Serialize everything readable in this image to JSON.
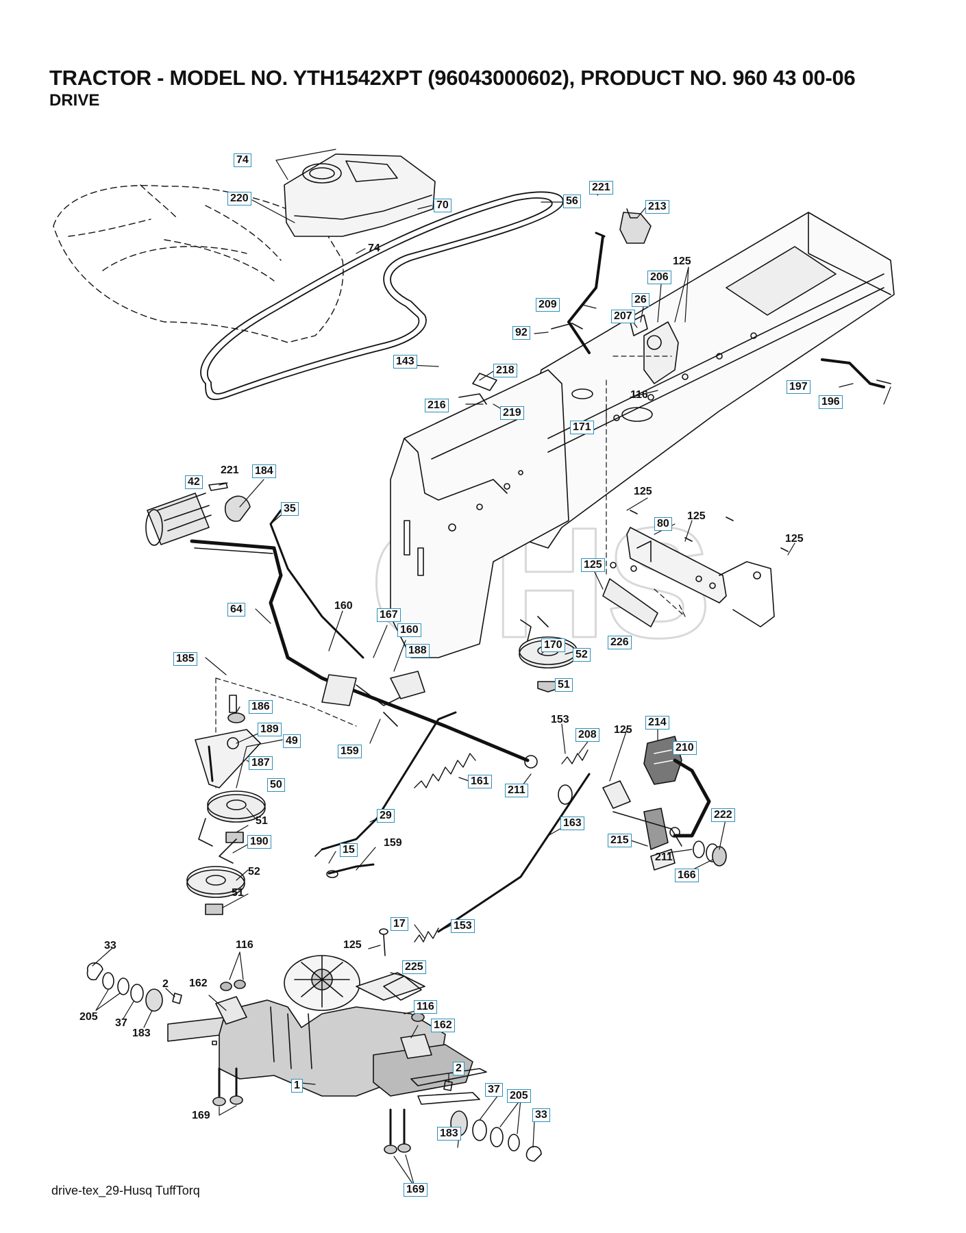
{
  "header": {
    "title": "TRACTOR - MODEL NO. YTH1542XPT (96043000602), PRODUCT NO. 960 43 00-06",
    "subtitle": "DRIVE"
  },
  "footer": {
    "caption": "drive-tex_29-Husq TuffTorq"
  },
  "watermark": {
    "text": "GHS"
  },
  "colors": {
    "callout_box": "#2a8fb8",
    "line": "#111111"
  },
  "callouts": [
    {
      "id": "c74a",
      "text": "74",
      "boxed": true
    },
    {
      "id": "c220",
      "text": "220",
      "boxed": true
    },
    {
      "id": "c70",
      "text": "70",
      "boxed": true
    },
    {
      "id": "c74b",
      "text": "74",
      "boxed": false
    },
    {
      "id": "c56",
      "text": "56",
      "boxed": true
    },
    {
      "id": "c221a",
      "text": "221",
      "boxed": true
    },
    {
      "id": "c213",
      "text": "213",
      "boxed": true
    },
    {
      "id": "c125a",
      "text": "125",
      "boxed": false
    },
    {
      "id": "c206",
      "text": "206",
      "boxed": true
    },
    {
      "id": "c26",
      "text": "26",
      "boxed": true
    },
    {
      "id": "c209",
      "text": "209",
      "boxed": true
    },
    {
      "id": "c207",
      "text": "207",
      "boxed": true
    },
    {
      "id": "c92",
      "text": "92",
      "boxed": true
    },
    {
      "id": "c143",
      "text": "143",
      "boxed": true
    },
    {
      "id": "c218",
      "text": "218",
      "boxed": true
    },
    {
      "id": "c116a",
      "text": "116",
      "boxed": false
    },
    {
      "id": "c197",
      "text": "197",
      "boxed": true
    },
    {
      "id": "c196",
      "text": "196",
      "boxed": true
    },
    {
      "id": "c216",
      "text": "216",
      "boxed": true
    },
    {
      "id": "c219",
      "text": "219",
      "boxed": true
    },
    {
      "id": "c171",
      "text": "171",
      "boxed": true
    },
    {
      "id": "c42",
      "text": "42",
      "boxed": true
    },
    {
      "id": "c221b",
      "text": "221",
      "boxed": false
    },
    {
      "id": "c184",
      "text": "184",
      "boxed": true
    },
    {
      "id": "c35",
      "text": "35",
      "boxed": true
    },
    {
      "id": "c125b",
      "text": "125",
      "boxed": false
    },
    {
      "id": "c80",
      "text": "80",
      "boxed": true
    },
    {
      "id": "c125c",
      "text": "125",
      "boxed": false
    },
    {
      "id": "c125d",
      "text": "125",
      "boxed": false
    },
    {
      "id": "c125e",
      "text": "125",
      "boxed": true
    },
    {
      "id": "c64",
      "text": "64",
      "boxed": true
    },
    {
      "id": "c160a",
      "text": "160",
      "boxed": false
    },
    {
      "id": "c167",
      "text": "167",
      "boxed": true
    },
    {
      "id": "c160b",
      "text": "160",
      "boxed": true
    },
    {
      "id": "c170",
      "text": "170",
      "boxed": true
    },
    {
      "id": "c188",
      "text": "188",
      "boxed": true
    },
    {
      "id": "c226",
      "text": "226",
      "boxed": true
    },
    {
      "id": "c185",
      "text": "185",
      "boxed": true
    },
    {
      "id": "c52a",
      "text": "52",
      "boxed": true
    },
    {
      "id": "c51a",
      "text": "51",
      "boxed": true
    },
    {
      "id": "c186",
      "text": "186",
      "boxed": true
    },
    {
      "id": "c189",
      "text": "189",
      "boxed": true
    },
    {
      "id": "c49",
      "text": "49",
      "boxed": true
    },
    {
      "id": "c159a",
      "text": "159",
      "boxed": true
    },
    {
      "id": "c153a",
      "text": "153",
      "boxed": false
    },
    {
      "id": "c214",
      "text": "214",
      "boxed": true
    },
    {
      "id": "c208",
      "text": "208",
      "boxed": true
    },
    {
      "id": "c125f",
      "text": "125",
      "boxed": false
    },
    {
      "id": "c210",
      "text": "210",
      "boxed": true
    },
    {
      "id": "c187",
      "text": "187",
      "boxed": true
    },
    {
      "id": "c161",
      "text": "161",
      "boxed": true
    },
    {
      "id": "c211a",
      "text": "211",
      "boxed": true
    },
    {
      "id": "c50",
      "text": "50",
      "boxed": true
    },
    {
      "id": "c29",
      "text": "29",
      "boxed": true
    },
    {
      "id": "c222",
      "text": "222",
      "boxed": true
    },
    {
      "id": "c163",
      "text": "163",
      "boxed": true
    },
    {
      "id": "c51b",
      "text": "51",
      "boxed": false
    },
    {
      "id": "c190",
      "text": "190",
      "boxed": true
    },
    {
      "id": "c215",
      "text": "215",
      "boxed": true
    },
    {
      "id": "c15",
      "text": "15",
      "boxed": true
    },
    {
      "id": "c159b",
      "text": "159",
      "boxed": false
    },
    {
      "id": "c211b",
      "text": "211",
      "boxed": false
    },
    {
      "id": "c52b",
      "text": "52",
      "boxed": false
    },
    {
      "id": "c166",
      "text": "166",
      "boxed": true
    },
    {
      "id": "c51c",
      "text": "51",
      "boxed": false
    },
    {
      "id": "c17",
      "text": "17",
      "boxed": true
    },
    {
      "id": "c153b",
      "text": "153",
      "boxed": true
    },
    {
      "id": "c33a",
      "text": "33",
      "boxed": false
    },
    {
      "id": "c116b",
      "text": "116",
      "boxed": false
    },
    {
      "id": "c125g",
      "text": "125",
      "boxed": false
    },
    {
      "id": "c225",
      "text": "225",
      "boxed": true
    },
    {
      "id": "c2a",
      "text": "2",
      "boxed": false
    },
    {
      "id": "c162a",
      "text": "162",
      "boxed": false
    },
    {
      "id": "c116c",
      "text": "116",
      "boxed": true
    },
    {
      "id": "c205a",
      "text": "205",
      "boxed": false
    },
    {
      "id": "c37a",
      "text": "37",
      "boxed": false
    },
    {
      "id": "c183a",
      "text": "183",
      "boxed": false
    },
    {
      "id": "c162b",
      "text": "162",
      "boxed": true
    },
    {
      "id": "c2b",
      "text": "2",
      "boxed": true
    },
    {
      "id": "c1",
      "text": "1",
      "boxed": true
    },
    {
      "id": "c37b",
      "text": "37",
      "boxed": true
    },
    {
      "id": "c205b",
      "text": "205",
      "boxed": true
    },
    {
      "id": "c33b",
      "text": "33",
      "boxed": true
    },
    {
      "id": "c169a",
      "text": "169",
      "boxed": false
    },
    {
      "id": "c183b",
      "text": "183",
      "boxed": true
    },
    {
      "id": "c169b",
      "text": "169",
      "boxed": true
    }
  ]
}
